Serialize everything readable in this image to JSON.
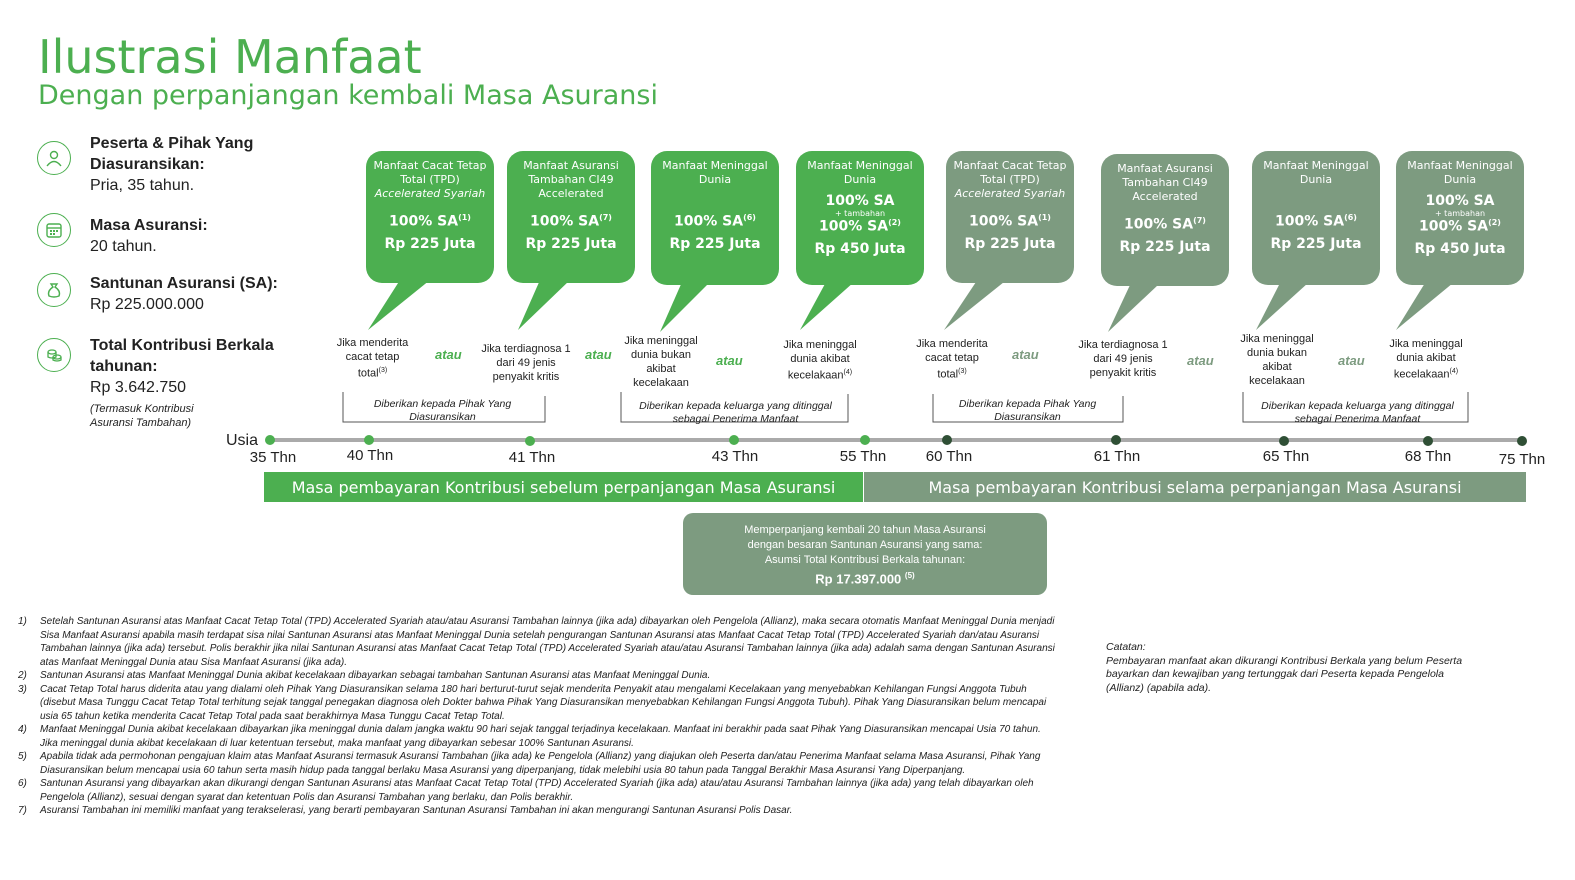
{
  "title": "Ilustrasi Manfaat",
  "subtitle": "Dengan perpanjangan kembali Masa Asuransi",
  "colors": {
    "green": "#4caf50",
    "gray": "#7d9b80"
  },
  "info": [
    {
      "icon": "person-icon",
      "label": "Peserta & Pihak Yang Diasuransikan:",
      "value": "Pria, 35 tahun."
    },
    {
      "icon": "calendar-icon",
      "label": "Masa Asuransi:",
      "value": "20 tahun."
    },
    {
      "icon": "moneybag-icon",
      "label": "Santunan Asuransi (SA):",
      "value": "Rp 225.000.000"
    },
    {
      "icon": "coins-icon",
      "label": "Total Kontribusi Berkala tahunan:",
      "value": "Rp 3.642.750",
      "note": "(Termasuk Kontribusi Asuransi Tambahan)"
    }
  ],
  "bubbles": [
    {
      "head": "Manfaat Cacat Tetap Total (TPD)",
      "head2": "Accelerated Syariah",
      "sa": "100% SA",
      "sup": "(1)",
      "amount": "Rp 225 Juta"
    },
    {
      "head": "Manfaat Asuransi Tambahan CI49",
      "head2": "Accelerated",
      "sa": "100% SA",
      "sup": "(7)",
      "amount": "Rp 225 Juta"
    },
    {
      "head": "Manfaat Meninggal Dunia",
      "head2": "",
      "sa": "100% SA",
      "sup": "(6)",
      "amount": "Rp 225 Juta"
    },
    {
      "head": "Manfaat Meninggal Dunia",
      "head2": "",
      "sa": "100% SA",
      "plus": "+ tambahan",
      "sa2": "100% SA",
      "sup": "(2)",
      "amount": "Rp 450 Juta"
    },
    {
      "head": "Manfaat Cacat Tetap Total (TPD)",
      "head2": "Accelerated Syariah",
      "sa": "100% SA",
      "sup": "(1)",
      "amount": "Rp 225 Juta"
    },
    {
      "head": "Manfaat Asuransi Tambahan CI49",
      "head2": "Accelerated",
      "sa": "100% SA",
      "sup": "(7)",
      "amount": "Rp 225 Juta"
    },
    {
      "head": "Manfaat Meninggal Dunia",
      "head2": "",
      "sa": "100% SA",
      "sup": "(6)",
      "amount": "Rp 225 Juta"
    },
    {
      "head": "Manfaat Meninggal Dunia",
      "head2": "",
      "sa": "100% SA",
      "plus": "+ tambahan",
      "sa2": "100% SA",
      "sup": "(2)",
      "amount": "Rp 450 Juta"
    }
  ],
  "conditions": [
    "Jika menderita cacat tetap total",
    "Jika terdiagnosa 1 dari 49 jenis penyakit kritis",
    "Jika meninggal dunia bukan akibat kecelakaan",
    "Jika meninggal dunia akibat kecelakaan",
    "Jika menderita cacat tetap total",
    "Jika terdiagnosa 1 dari 49 jenis penyakit kritis",
    "Jika meninggal dunia bukan akibat kecelakaan",
    "Jika meninggal dunia akibat kecelakaan"
  ],
  "condition_sups": [
    "(3)",
    "",
    "",
    "(4)",
    "(3)",
    "",
    "",
    "(4)"
  ],
  "atau": "atau",
  "given": [
    "Diberikan kepada Pihak Yang Diasuransikan",
    "Diberikan kepada keluarga yang ditinggal sebagai Penerima Manfaat",
    "Diberikan kepada Pihak Yang Diasuransikan",
    "Diberikan kepada keluarga yang ditinggal sebagai Penerima Manfaat"
  ],
  "usia_label": "Usia",
  "ages": [
    "35 Thn",
    "40 Thn",
    "41 Thn",
    "43 Thn",
    "55 Thn",
    "60 Thn",
    "61 Thn",
    "65 Thn",
    "68 Thn",
    "75 Thn"
  ],
  "bars": {
    "before": "Masa pembayaran Kontribusi sebelum perpanjangan Masa Asuransi",
    "during": "Masa pembayaran Kontribusi selama perpanjangan Masa Asuransi"
  },
  "extension": {
    "line1": "Memperpanjang kembali 20 tahun Masa Asuransi",
    "line2": "dengan besaran Santunan Asuransi yang sama:",
    "line3": "Asumsi Total Kontribusi Berkala tahunan:",
    "amount": "Rp 17.397.000",
    "sup": "(5)"
  },
  "footnotes": [
    {
      "n": "1)",
      "text": "Setelah Santunan Asuransi atas Manfaat Cacat Tetap Total (TPD) Accelerated Syariah atau/atau Asuransi Tambahan lainnya (jika ada) dibayarkan oleh Pengelola (Allianz), maka secara otomatis Manfaat Meninggal Dunia menjadi Sisa Manfaat Asuransi apabila masih terdapat sisa nilai Santunan Asuransi atas Manfaat Meninggal Dunia setelah pengurangan Santunan Asuransi atas Manfaat Cacat Tetap Total (TPD) Accelerated Syariah dan/atau Asuransi Tambahan lainnya (jika ada) tersebut. Polis berakhir jika nilai Santunan Asuransi atas Manfaat Cacat Tetap Total (TPD) Accelerated Syariah atau/atau Asuransi Tambahan lainnya (jika ada) adalah sama dengan Santunan Asuransi atas Manfaat Meninggal Dunia atau Sisa Manfaat Asuransi (jika ada)."
    },
    {
      "n": "2)",
      "text": "Santunan Asuransi atas Manfaat Meninggal Dunia akibat kecelakaan dibayarkan sebagai tambahan Santunan Asuransi atas Manfaat Meninggal Dunia."
    },
    {
      "n": "3)",
      "text": "Cacat Tetap Total harus diderita atau yang dialami oleh Pihak Yang Diasuransikan selama 180 hari berturut-turut sejak menderita Penyakit atau mengalami Kecelakaan yang menyebabkan Kehilangan Fungsi Anggota Tubuh (disebut Masa Tunggu Cacat Tetap Total terhitung sejak tanggal penegakan diagnosa oleh Dokter bahwa Pihak Yang Diasuransikan menyebabkan Kehilangan Fungsi Anggota Tubuh). Pihak Yang Diasuransikan belum mencapai usia 65 tahun ketika menderita Cacat Tetap Total pada saat berakhirnya Masa Tunggu Cacat Tetap Total."
    },
    {
      "n": "4)",
      "text": "Manfaat Meninggal Dunia akibat kecelakaan dibayarkan jika meninggal dunia dalam jangka waktu 90 hari sejak tanggal terjadinya kecelakaan. Manfaat ini berakhir pada saat Pihak Yang Diasuransikan mencapai Usia 70 tahun. Jika meninggal dunia akibat kecelakaan di luar ketentuan tersebut, maka manfaat yang dibayarkan sebesar 100% Santunan Asuransi."
    },
    {
      "n": "5)",
      "text": "Apabila tidak ada permohonan pengajuan klaim atas Manfaat Asuransi termasuk Asuransi Tambahan (jika ada) ke Pengelola (Allianz) yang diajukan oleh Peserta dan/atau Penerima Manfaat selama Masa Asuransi, Pihak Yang Diasuransikan belum mencapai usia 60 tahun serta masih hidup pada tanggal berlaku Masa Asuransi yang diperpanjang, tidak melebihi usia 80 tahun pada Tanggal Berakhir Masa Asuransi Yang Diperpanjang."
    },
    {
      "n": "6)",
      "text": "Santunan Asuransi yang dibayarkan akan dikurangi dengan Santunan Asuransi atas Manfaat Cacat Tetap Total (TPD) Accelerated Syariah (jika ada) atau/atau Asuransi Tambahan lainnya (jika ada) yang telah dibayarkan oleh Pengelola (Allianz), sesuai dengan syarat dan ketentuan Polis dan Asuransi Tambahan yang berlaku, dan Polis berakhir."
    },
    {
      "n": "7)",
      "text": "Asuransi Tambahan ini memiliki manfaat yang terakselerasi, yang berarti pembayaran Santunan Asuransi Tambahan ini akan mengurangi Santunan Asuransi Polis Dasar."
    }
  ],
  "note": {
    "title": "Catatan:",
    "text": "Pembayaran manfaat akan dikurangi Kontribusi Berkala yang belum Peserta bayarkan dan kewajiban yang tertunggak dari Peserta kepada Pengelola (Allianz) (apabila ada)."
  }
}
